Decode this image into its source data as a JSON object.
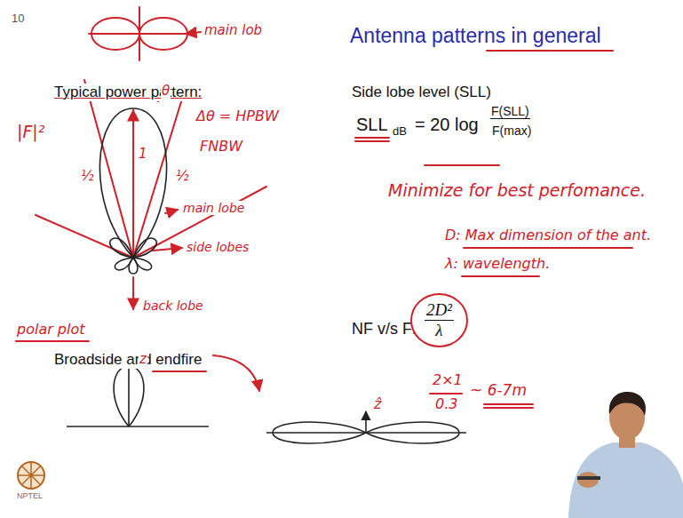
{
  "diagram": {
    "title": "Antenna patterns in general",
    "nodes": [
      {
        "text": [
          "2D²",
          "λ"
        ]
      }
    ],
    "labels": [
      "10",
      "main lob",
      "Typical power pattern:",
      "|F|²",
      "θ",
      "Δθ = HPBW",
      "1",
      "FNBW",
      "½",
      "½",
      "main lobe",
      "side lobes",
      "back lobe",
      "polar plot",
      "Broadside and endfire",
      "z",
      "ẑ",
      "Side lobe level (SLL)",
      "SLL",
      "dB",
      "= 20 log",
      "F(SLL)",
      "F(max)",
      "Minimize for best perfomance.",
      "D: Max dimension of the ant.",
      "λ: wavelength.",
      "NF v/s FF:",
      "2×1",
      "0.3",
      "~ 6-7m",
      "NPTEL"
    ]
  }
}
